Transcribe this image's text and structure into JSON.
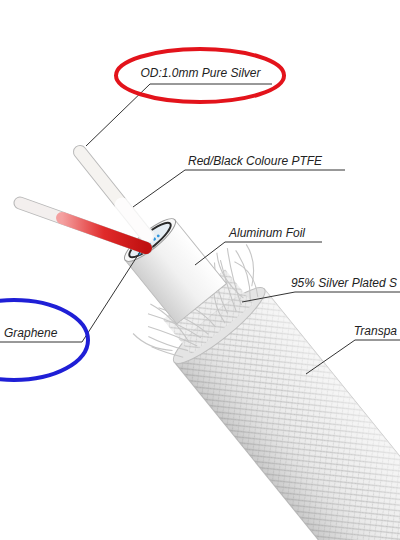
{
  "diagram": {
    "nodes": [
      {
        "text": [
          "OD:1.0mm Pure Silver"
        ]
      },
      {
        "text": [
          "Graphene"
        ]
      }
    ],
    "labels": [
      "Red/Black Coloure PTFE",
      "Aluminum Foil",
      "95% Silver Plated S",
      "Transpa"
    ]
  }
}
